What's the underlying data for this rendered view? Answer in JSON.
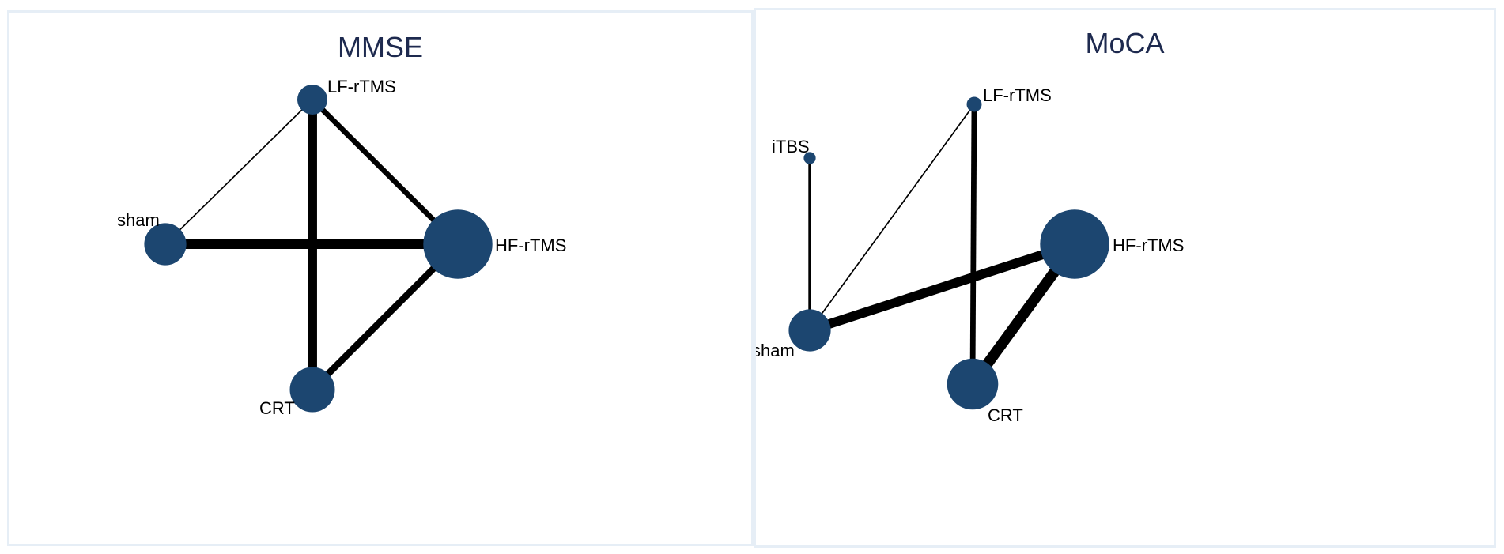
{
  "colors": {
    "node": "#1c4670",
    "edge": "#000000",
    "title": "#1e2a4f",
    "border": "#e6eef6"
  },
  "panels": [
    {
      "id": "mmse",
      "title": "MMSE",
      "nodes": [
        {
          "id": "LF-rTMS",
          "label": "LF-rTMS",
          "size": 1.0
        },
        {
          "id": "sham",
          "label": "sham",
          "size": 1.4
        },
        {
          "id": "HF-rTMS",
          "label": "HF-rTMS",
          "size": 2.3
        },
        {
          "id": "CRT",
          "label": "CRT",
          "size": 1.5
        }
      ],
      "edges": [
        {
          "source": "LF-rTMS",
          "target": "sham",
          "weight": 1
        },
        {
          "source": "LF-rTMS",
          "target": "HF-rTMS",
          "weight": 4
        },
        {
          "source": "LF-rTMS",
          "target": "CRT",
          "weight": 7
        },
        {
          "source": "sham",
          "target": "HF-rTMS",
          "weight": 7
        },
        {
          "source": "HF-rTMS",
          "target": "CRT",
          "weight": 5
        }
      ]
    },
    {
      "id": "moca",
      "title": "MoCA",
      "nodes": [
        {
          "id": "iTBS",
          "label": "iTBS",
          "size": 0.4
        },
        {
          "id": "LF-rTMS",
          "label": "LF-rTMS",
          "size": 0.5
        },
        {
          "id": "HF-rTMS",
          "label": "HF-rTMS",
          "size": 2.3
        },
        {
          "id": "sham",
          "label": "sham",
          "size": 1.4
        },
        {
          "id": "CRT",
          "label": "CRT",
          "size": 1.7
        }
      ],
      "edges": [
        {
          "source": "iTBS",
          "target": "sham",
          "weight": 2
        },
        {
          "source": "LF-rTMS",
          "target": "sham",
          "weight": 1
        },
        {
          "source": "LF-rTMS",
          "target": "CRT",
          "weight": 4
        },
        {
          "source": "sham",
          "target": "HF-rTMS",
          "weight": 7
        },
        {
          "source": "HF-rTMS",
          "target": "CRT",
          "weight": 8
        }
      ]
    }
  ]
}
